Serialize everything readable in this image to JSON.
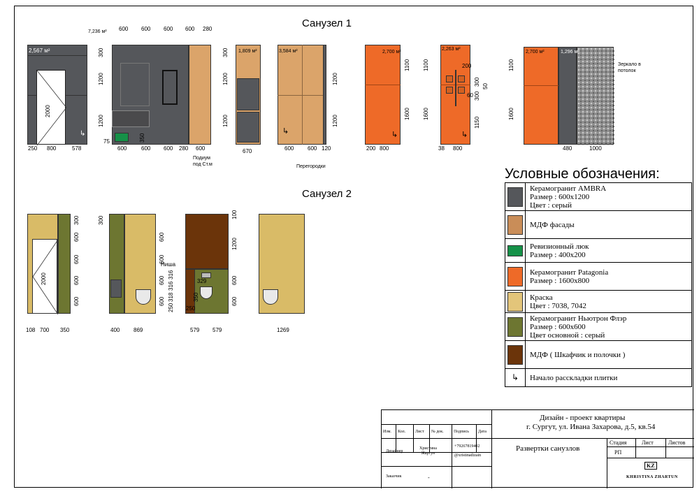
{
  "headings": {
    "bath1": "Санузел 1",
    "bath2": "Санузел 2",
    "legend": "Условные обозначения:"
  },
  "colors": {
    "grey_tile": "#55575b",
    "mdf": "#dba46a",
    "hatch": "#159148",
    "orange": "#ee6a28",
    "paint": "#d9bb67",
    "olive": "#6d7631",
    "brown": "#6b340a"
  },
  "bath1": {
    "area1": "2,567 м²",
    "area2": "7,236 м²",
    "area3": "1,809 м²",
    "area4": "3,584 м²",
    "area5": "2,700 м²",
    "area6": "2,263 м²",
    "area7": "2,700 м²",
    "area8": "1,296 м²",
    "door_h": "2000",
    "e1_bottom": [
      "250",
      "800",
      "578"
    ],
    "e2_top": [
      "600",
      "600",
      "600",
      "600",
      "280"
    ],
    "e2_bottom": [
      "600",
      "600",
      "600",
      "280",
      "600"
    ],
    "e2_left": [
      "300",
      "1200",
      "1200"
    ],
    "e2_misc": [
      "75",
      "350"
    ],
    "podium": "Подиум\nпод Ст.м",
    "e3_left": [
      "300",
      "1200",
      "1200"
    ],
    "e3_bottom": "670",
    "e4_bottom": [
      "600",
      "600",
      "120"
    ],
    "e4_right": [
      "1200",
      "1200"
    ],
    "partition": "Перегородки",
    "e5_right": [
      "1100",
      "1600"
    ],
    "e5_bottom": [
      "200",
      "800"
    ],
    "e6_left": [
      "1100",
      "1600"
    ],
    "e6_right": [
      "200",
      "300",
      "50",
      "300",
      "60",
      "1150"
    ],
    "e6_bottom": [
      "38",
      "800"
    ],
    "e7_left": [
      "1100",
      "1600"
    ],
    "e7_bottom": [
      "480",
      "1000"
    ],
    "mirror": "Зеркало в\nпотолок"
  },
  "bath2": {
    "door_h": "2000",
    "f1_bottom": [
      "108",
      "700",
      "350"
    ],
    "f1_right": [
      "300",
      "600",
      "600",
      "600",
      "600"
    ],
    "f2_left": [
      "300"
    ],
    "f2_right": [
      "600",
      "600",
      "600",
      "600"
    ],
    "f2_bottom": [
      "400",
      "869"
    ],
    "niche": "Ниша",
    "f3_left": [
      "250",
      "318",
      "316",
      "316"
    ],
    "f3_right": [
      "100",
      "1200",
      "600",
      "600"
    ],
    "f3_misc": [
      "329",
      "350",
      "250"
    ],
    "f3_bottom": [
      "579",
      "579"
    ],
    "f4_bottom": "1269"
  },
  "legend": [
    {
      "color": "#55575b",
      "lines": [
        "Керамогранит AMBRA",
        "Размер : 600x1200",
        "Цвет : серый"
      ]
    },
    {
      "color": "#c98d58",
      "lines": [
        "МДФ фасады"
      ]
    },
    {
      "color": "#159148",
      "lines": [
        "Ревизионный люк",
        "Размер : 400x200"
      ]
    },
    {
      "color": "#ee6a28",
      "lines": [
        "Керамогранит Patagonia",
        "Размер : 1600x800"
      ]
    },
    {
      "color": "#e3c57a",
      "lines": [
        "Краска",
        "Цвет : 7038, 7042"
      ]
    },
    {
      "color": "#6d7631",
      "lines": [
        "Керамогранит Ньютрон Флэр",
        "Размер : 600x600",
        "Цвет основной : серый"
      ]
    },
    {
      "color": "#6b340a",
      "lines": [
        "МДФ ( Шкафчик и полочки )"
      ]
    },
    {
      "color": "",
      "lines": [
        "Начало расскладки плитки"
      ]
    }
  ],
  "stamp": {
    "project": "Дизайн - проект квартиры",
    "address": "г. Сургут, ул. Ивана Захарова, д.5, кв.54",
    "cols": [
      "Изм.",
      "Кол.",
      "Лист",
      "№ док.",
      "Подпись",
      "Дата"
    ],
    "designer_role": "Дизайнер",
    "designer_name": "Христина\nЖартун",
    "phone": "+79267819402",
    "insta": "@xristinadizain",
    "client_role": "Заказчик",
    "client_value": "-",
    "sheet_title": "Развертки санузлов",
    "stage_h": "Стадия",
    "sheet_h": "Лист",
    "sheets_h": "Листов",
    "stage": "РП",
    "logo_mark": "KZ",
    "logo_text": "KHRISTINA ZHARTUN"
  }
}
